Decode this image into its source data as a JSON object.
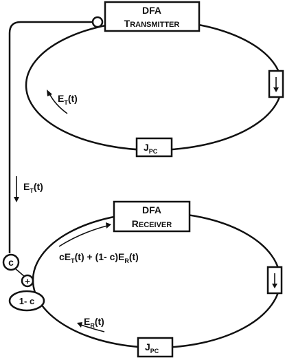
{
  "transmitter": {
    "title_line1": "DFA",
    "title_line2_big": "T",
    "title_line2_small": "RANSMITTER",
    "field_label_main": "E",
    "field_label_sub": "T",
    "field_label_arg": "(t)",
    "jpc_main": "J",
    "jpc_sub": "PC"
  },
  "coupling_path": {
    "field_label_main": "E",
    "field_label_sub": "T",
    "field_label_arg": "(t)"
  },
  "receiver": {
    "title_line1": "DFA",
    "title_line2_big": "R",
    "title_line2_small": "ECEIVER",
    "combined_part1": "cE",
    "combined_sub1": "T",
    "combined_part2": "(t) + (1- c)E",
    "combined_sub2": "R",
    "combined_part3": "(t)",
    "field_label_main": "E",
    "field_label_sub": "R",
    "field_label_arg": "(t)",
    "jpc_main": "J",
    "jpc_sub": "PC"
  },
  "coupler": {
    "c_label": "c",
    "plus_label": "+",
    "one_minus_c_label": "1- c"
  }
}
